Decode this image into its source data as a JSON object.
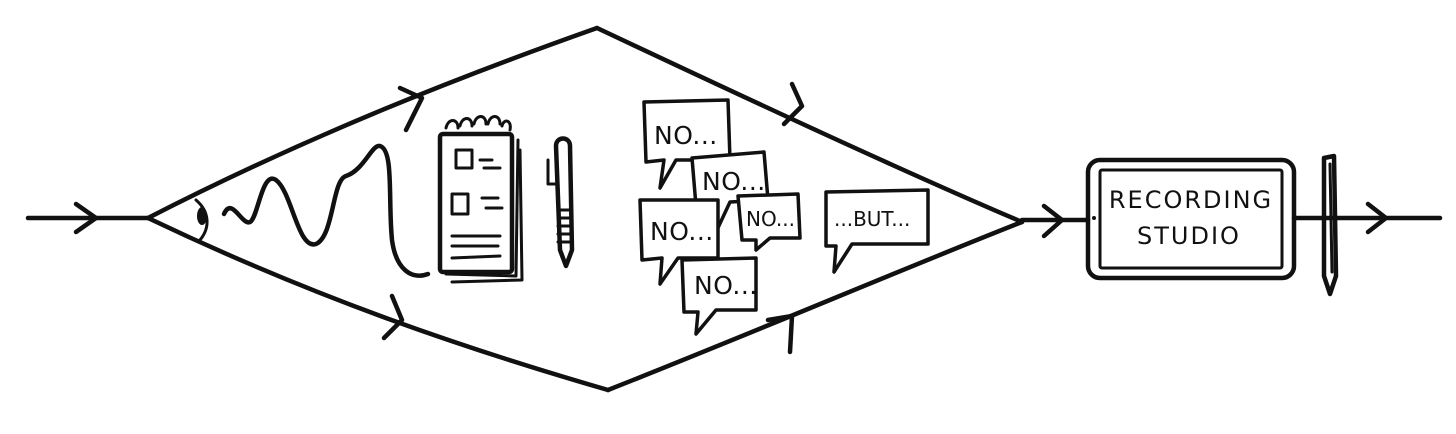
{
  "diagram": {
    "bubbles": [
      "NO...",
      "NO...",
      "NO...",
      "NO...",
      "NO...",
      "...BUT..."
    ],
    "studio": {
      "line1": "RECORDING",
      "line2": "STUDIO"
    },
    "icons": [
      "eye-icon",
      "squiggle-line",
      "notepad-icon",
      "pen-icon",
      "speech-bubble-icon",
      "tablet-icon",
      "pencil-icon"
    ],
    "ink_color": "#111111"
  }
}
